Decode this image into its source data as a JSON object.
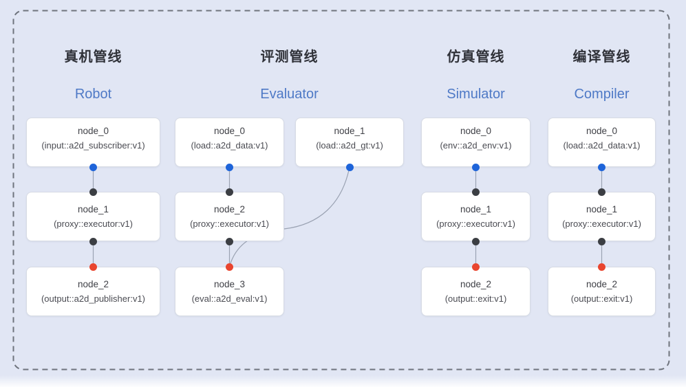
{
  "diagram": {
    "kind": "pipeline-node-graph",
    "colors": {
      "background": "#e1e6f4",
      "frame_dash": "#6f747d",
      "title_zh": "#303239",
      "title_en": "#4e79c6",
      "node_bg": "#ffffff",
      "node_border": "#d7dbe4",
      "edge": "#9aa2b2",
      "port_source_blue": "#1e64d9",
      "port_proxy_black": "#3b3e43",
      "port_sink_red": "#e9452f"
    }
  },
  "pipelines": [
    {
      "id": "robot",
      "title_zh": "真机管线",
      "title_en": "Robot",
      "nodes": [
        {
          "name": "node_0",
          "type": "(input::a2d_subscriber:v1)"
        },
        {
          "name": "node_1",
          "type": "(proxy::executor:v1)"
        },
        {
          "name": "node_2",
          "type": "(output::a2d_publisher:v1)"
        }
      ]
    },
    {
      "id": "evaluator",
      "title_zh": "评测管线",
      "title_en": "Evaluator",
      "nodes": [
        {
          "name": "node_0",
          "type": "(load::a2d_data:v1)"
        },
        {
          "name": "node_1",
          "type": "(load::a2d_gt:v1)"
        },
        {
          "name": "node_2",
          "type": "(proxy::executor:v1)"
        },
        {
          "name": "node_3",
          "type": "(eval::a2d_eval:v1)"
        }
      ]
    },
    {
      "id": "simulator",
      "title_zh": "仿真管线",
      "title_en": "Simulator",
      "nodes": [
        {
          "name": "node_0",
          "type": "(env::a2d_env:v1)"
        },
        {
          "name": "node_1",
          "type": "(proxy::executor:v1)"
        },
        {
          "name": "node_2",
          "type": "(output::exit:v1)"
        }
      ]
    },
    {
      "id": "compiler",
      "title_zh": "编译管线",
      "title_en": "Compiler",
      "nodes": [
        {
          "name": "node_0",
          "type": "(load::a2d_data:v1)"
        },
        {
          "name": "node_1",
          "type": "(proxy::executor:v1)"
        },
        {
          "name": "node_2",
          "type": "(output::exit:v1)"
        }
      ]
    }
  ]
}
